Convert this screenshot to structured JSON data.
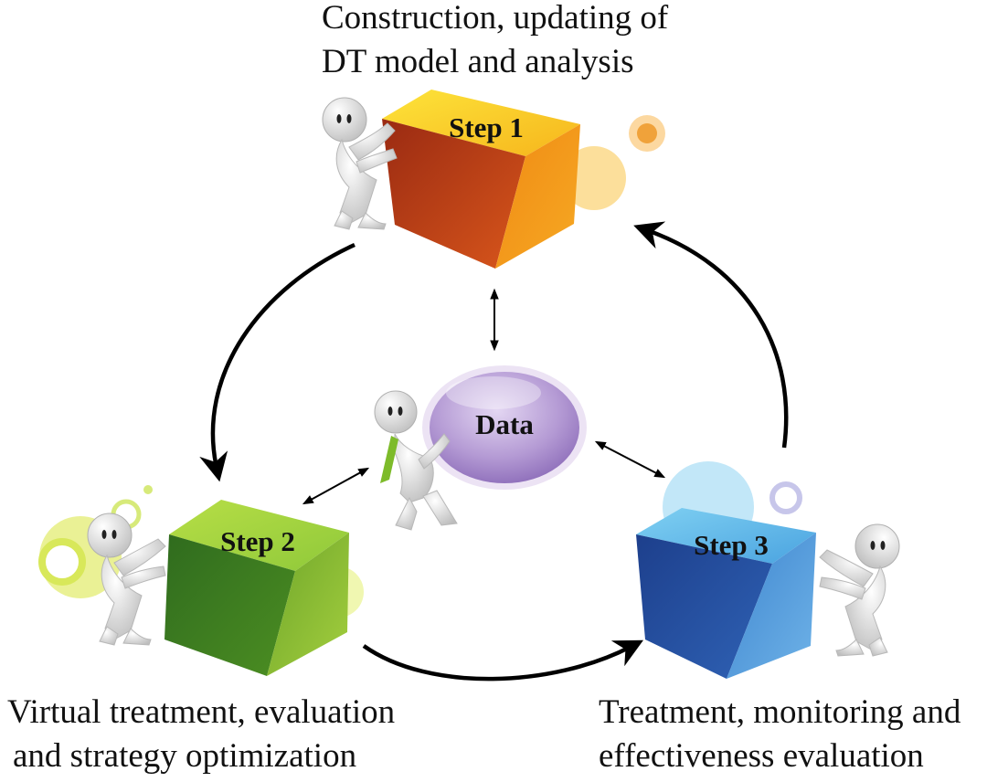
{
  "steps": [
    {
      "label": "Step 1",
      "caption": [
        "Construction, updating of",
        "DT model and analysis"
      ],
      "color": "#f29a1c"
    },
    {
      "label": "Step 2",
      "caption": [
        "Virtual treatment, evaluation",
        "and strategy optimization"
      ],
      "color": "#7cb82f"
    },
    {
      "label": "Step 3",
      "caption": [
        "Treatment, monitoring and",
        "effectiveness evaluation"
      ],
      "color": "#3f86cf"
    }
  ],
  "center": {
    "label": "Data",
    "color": "#b59cd6"
  },
  "icons": [
    "figure-pushing-icon",
    "figure-carrying-icon",
    "decorative-circle-icon",
    "cycle-arrow-icon",
    "double-arrow-icon"
  ]
}
